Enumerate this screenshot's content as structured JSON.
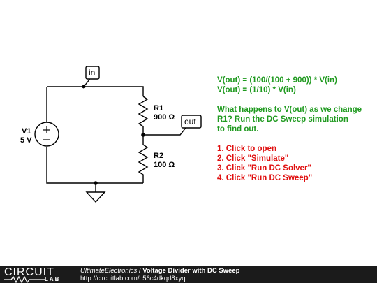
{
  "circuit": {
    "v1": {
      "name": "V1",
      "value": "5 V"
    },
    "r1": {
      "name": "R1",
      "value": "900 Ω"
    },
    "r2": {
      "name": "R2",
      "value": "100 Ω"
    },
    "tag_in": "in",
    "tag_out": "out"
  },
  "notes": {
    "formula_1": "V(out) = (100/(100 + 900)) * V(in)",
    "formula_2": "V(out) = (1/10) * V(in)",
    "question": [
      "What happens to V(out) as we change",
      "R1? Run the DC Sweep simulation",
      "to find out."
    ],
    "steps": [
      "1. Click to open",
      "2. Click \"Simulate\"",
      "3. Click \"Run DC Solver\"",
      "4. Click \"Run DC Sweep\""
    ],
    "colors": {
      "formula": "#1f9a1f",
      "steps": "#e01010"
    }
  },
  "footer": {
    "logo_top": "CIRCUIT",
    "logo_bottom": "LAB",
    "author": "UltimateElectronics",
    "separator": " / ",
    "title": "Voltage Divider with DC Sweep",
    "url": "http://circuitlab.com/c56c4dkqd8xyq"
  }
}
